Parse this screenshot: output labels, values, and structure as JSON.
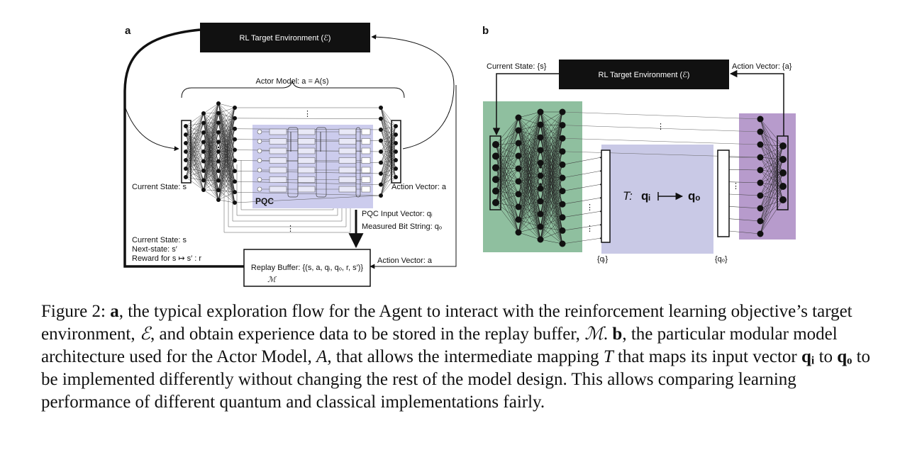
{
  "panel_a": {
    "label": "a",
    "env": "RL Target Environment (ℰ)",
    "actor": "Actor Model: a = A(s)",
    "current_state": "Current State: s",
    "action_vector": "Action Vector: a",
    "pqc": "PQC",
    "pqc_input": "PQC Input Vector: qᵢ",
    "measured": "Measured Bit String: qₒ",
    "current_state_2": "Current State: s",
    "next_state": "Next-state: s′",
    "reward": "Reward for s ↦ s′ : r",
    "action_vector_2": "Action Vector: a",
    "replay": "Replay Buffer: {(s, a, qᵢ, qₒ, r, s′)}",
    "replay_sym": "ℳ"
  },
  "panel_b": {
    "label": "b",
    "env": "RL Target Environment (ℰ)",
    "current_state": "Current State: {s}",
    "action_vector": "Action Vector: {a}",
    "t_label": "T:",
    "qi": "qᵢ",
    "qo": "qₒ",
    "qi_set": "{qᵢ}",
    "qo_set": "{qₒ}"
  },
  "colors": {
    "green": "#8fbf9f",
    "lavender": "#c9c9e6",
    "purple": "#b79bcc",
    "pqc_box": "#c3c3ea"
  },
  "caption": {
    "fig": "Figure 2:",
    "a": "a",
    "p1": ", the typical exploration flow for the Agent to interact with the reinforcement learning objective’s target environment, ",
    "E": "ℰ",
    "p2": ", and obtain experience data to be stored in the replay buffer, ",
    "M": "ℳ",
    "p3": ". ",
    "b": "b",
    "p4": ", the particular modular model architecture used for the Actor Model, ",
    "A": "A",
    "p5": ", that allows the intermediate mapping ",
    "T": "T",
    "p6": " that maps its input vector ",
    "qi": "qᵢ",
    "p7": " to ",
    "qo": "qₒ",
    "p8": " to be implemented differently without changing the rest of the model design. This allows comparing learning performance of different quantum and classical implementations fairly."
  }
}
